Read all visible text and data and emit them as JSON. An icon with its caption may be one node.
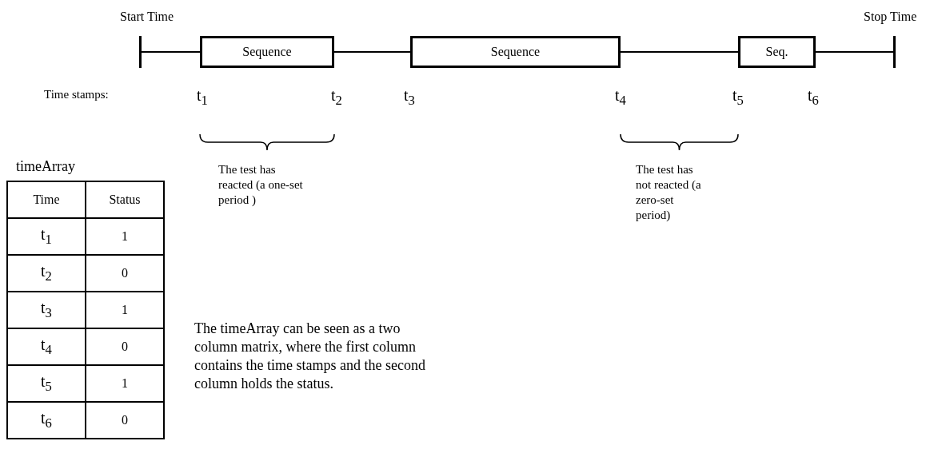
{
  "diagram": {
    "nodes": [
      {
        "text": [],
        "shape": "bar",
        "beside": [
          "Start Time"
        ]
      },
      {
        "text": [
          "Sequence"
        ]
      },
      {
        "text": [
          "Sequence"
        ]
      },
      {
        "text": [
          "Seq."
        ]
      },
      {
        "text": [],
        "shape": "bar",
        "beside": [
          "Stop Time"
        ]
      }
    ],
    "edges": [
      {
        "from": 0,
        "to": 1,
        "arrow": "none"
      },
      {
        "from": 1,
        "to": 2,
        "arrow": "none"
      },
      {
        "from": 2,
        "to": 3,
        "arrow": "none"
      },
      {
        "from": 3,
        "to": 4,
        "arrow": "none"
      }
    ],
    "labels": [
      "Time stamps:",
      "t$_{1}$",
      "t$_{2}$",
      "t$_{3}$",
      "t$_{4}$",
      "t$_{5}$",
      "t$_{6}$",
      "The test has reacted (a one-set period )",
      "The test has not reacted (a zero-set period)",
      "timeArray",
      "Time",
      "Status",
      "t$_{1}$",
      "1",
      "t$_{2}$",
      "0",
      "t$_{3}$",
      "1",
      "t$_{4}$",
      "0",
      "t$_{5}$",
      "1",
      "t$_{6}$",
      "0",
      "The timeArray can be seen as a two column matrix, where the first column contains the time stamps and the second column holds the status."
    ]
  }
}
